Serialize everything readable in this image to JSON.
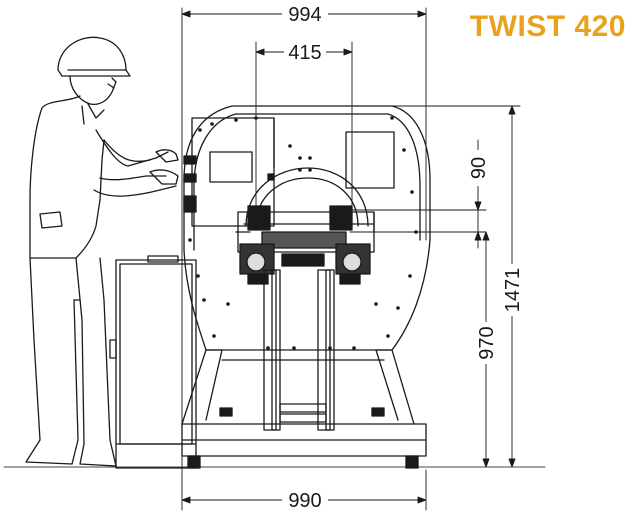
{
  "title": "TWIST 420",
  "colors": {
    "brand": "#E8A21B",
    "line": "#1a1a1a",
    "ground": "#444444"
  },
  "dimensions": {
    "overall_width": "994",
    "inner_width": "415",
    "base_width": "990",
    "top_offset": "90",
    "overall_height": "1471",
    "table_height": "970"
  },
  "figure": {
    "subject": "operator-figure",
    "machine": "strapping-machine"
  }
}
